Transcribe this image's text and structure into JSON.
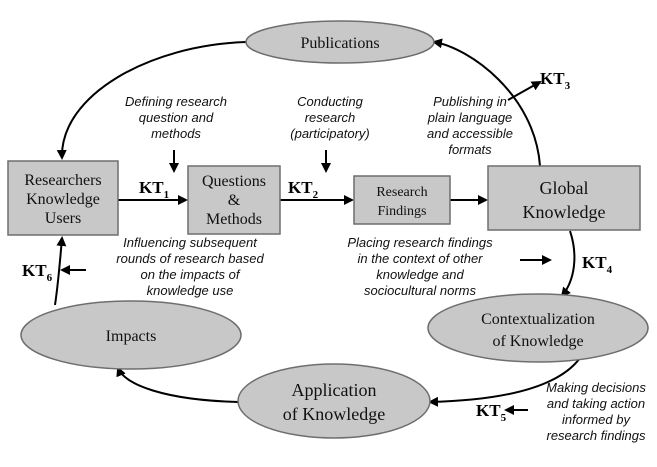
{
  "nodes": {
    "publications": "Publications",
    "researchers": [
      "Researchers",
      "Knowledge",
      "Users"
    ],
    "questions": [
      "Questions",
      "&",
      "Methods"
    ],
    "findings": [
      "Research",
      "Findings"
    ],
    "global": [
      "Global",
      "Knowledge"
    ],
    "contextualization": [
      "Contextualization",
      "of Knowledge"
    ],
    "application": [
      "Application",
      "of Knowledge"
    ],
    "impacts": "Impacts"
  },
  "kt": [
    {
      "label": "KT",
      "sub": "1"
    },
    {
      "label": "KT",
      "sub": "2"
    },
    {
      "label": "KT",
      "sub": "3"
    },
    {
      "label": "KT",
      "sub": "4"
    },
    {
      "label": "KT",
      "sub": "5"
    },
    {
      "label": "KT",
      "sub": "6"
    }
  ],
  "notes": {
    "defining": [
      "Defining research",
      "question and",
      "methods"
    ],
    "conducting": [
      "Conducting",
      "research",
      "(participatory)"
    ],
    "publishing": [
      "Publishing in",
      "plain language",
      "and accessible",
      "formats"
    ],
    "influencing": [
      "Influencing subsequent",
      "rounds of research based",
      "on the impacts of",
      "knowledge use"
    ],
    "placing": [
      "Placing research findings",
      "in the context of other",
      "knowledge and",
      "sociocultural norms"
    ],
    "making": [
      "Making decisions",
      "and taking action",
      "informed by",
      "research findings"
    ]
  }
}
